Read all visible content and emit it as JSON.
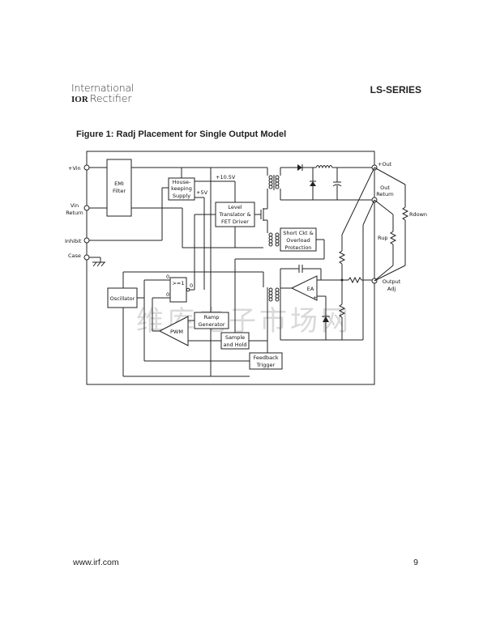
{
  "header": {
    "logo_line1": "International",
    "logo_mark": "IOR",
    "logo_line2": "Rectifier",
    "series": "LS-SERIES"
  },
  "figure": {
    "title": "Figure 1: Radj Placement for Single Output Model",
    "terminals": {
      "vin_plus": "+Vin",
      "vin_return_1": "Vin",
      "vin_return_2": "Return",
      "inhibit": "Inhibit",
      "case": "Case",
      "out_plus": "+Out",
      "out_return_1": "Out",
      "out_return_2": "Return",
      "output_adj_1": "Output",
      "output_adj_2": "Adj"
    },
    "blocks": {
      "emi_1": "EMI",
      "emi_2": "Filter",
      "hk_1": "House-",
      "hk_2": "keeping",
      "hk_3": "Supply",
      "lt_1": "Level",
      "lt_2": "Translator &",
      "lt_3": "FET Driver",
      "sc_1": "Short Ckt &",
      "sc_2": "Overload",
      "sc_3": "Protection",
      "oscillator": "Oscillator",
      "or_gate": ">=1",
      "ramp_1": "Ramp",
      "ramp_2": "Generator",
      "pwm": "PWM",
      "sh_1": "Sample",
      "sh_2": "and Hold",
      "fb_1": "Feedback",
      "fb_2": "Trigger",
      "ea": "EA"
    },
    "labels": {
      "v105": "+10.5V",
      "v5": "+5V",
      "rdown": "Rdown",
      "rup": "Rup",
      "zero_a": "0",
      "zero_b": "0",
      "zero_c": "0",
      "ea_plus": "+",
      "ea_minus": "-"
    },
    "watermark": "维库电子市场网"
  },
  "footer": {
    "url": "www.irf.com",
    "page": "9"
  }
}
